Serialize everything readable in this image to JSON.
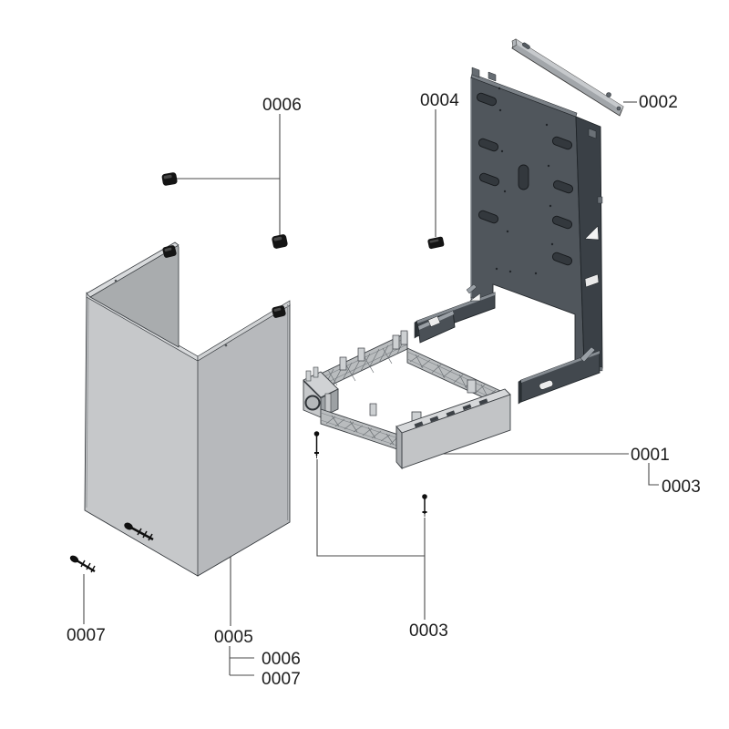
{
  "diagram": {
    "background": "#ffffff",
    "leader_color": "#4a4a4a",
    "label_color": "#1c1c1c",
    "palette": {
      "rear_panel": "#50565c",
      "rear_panel_flange": "#3a4046",
      "rear_panel_edge": "#7b8187",
      "casing_left_face": "#c6c8ca",
      "casing_right_face": "#b7b9bc",
      "casing_inner_face": "#a9acae",
      "casing_top_edge": "#d8dadc",
      "base_frame": "#b9bcbe",
      "front_panel": "#c2c4c6",
      "dark_rail": "#42484e",
      "mounting_rail": "#c6c9cc",
      "hardware_black": "#141414"
    },
    "labels": [
      {
        "id": "0006-top",
        "text": "0006"
      },
      {
        "id": "0004",
        "text": "0004"
      },
      {
        "id": "0002",
        "text": "0002"
      },
      {
        "id": "0001",
        "text": "0001"
      },
      {
        "id": "0003-sub",
        "text": "0003"
      },
      {
        "id": "0003-bottom",
        "text": "0003"
      },
      {
        "id": "0005",
        "text": "0005"
      },
      {
        "id": "0006-sub",
        "text": "0006"
      },
      {
        "id": "0007-sub",
        "text": "0007"
      },
      {
        "id": "0007-left",
        "text": "0007"
      }
    ]
  }
}
